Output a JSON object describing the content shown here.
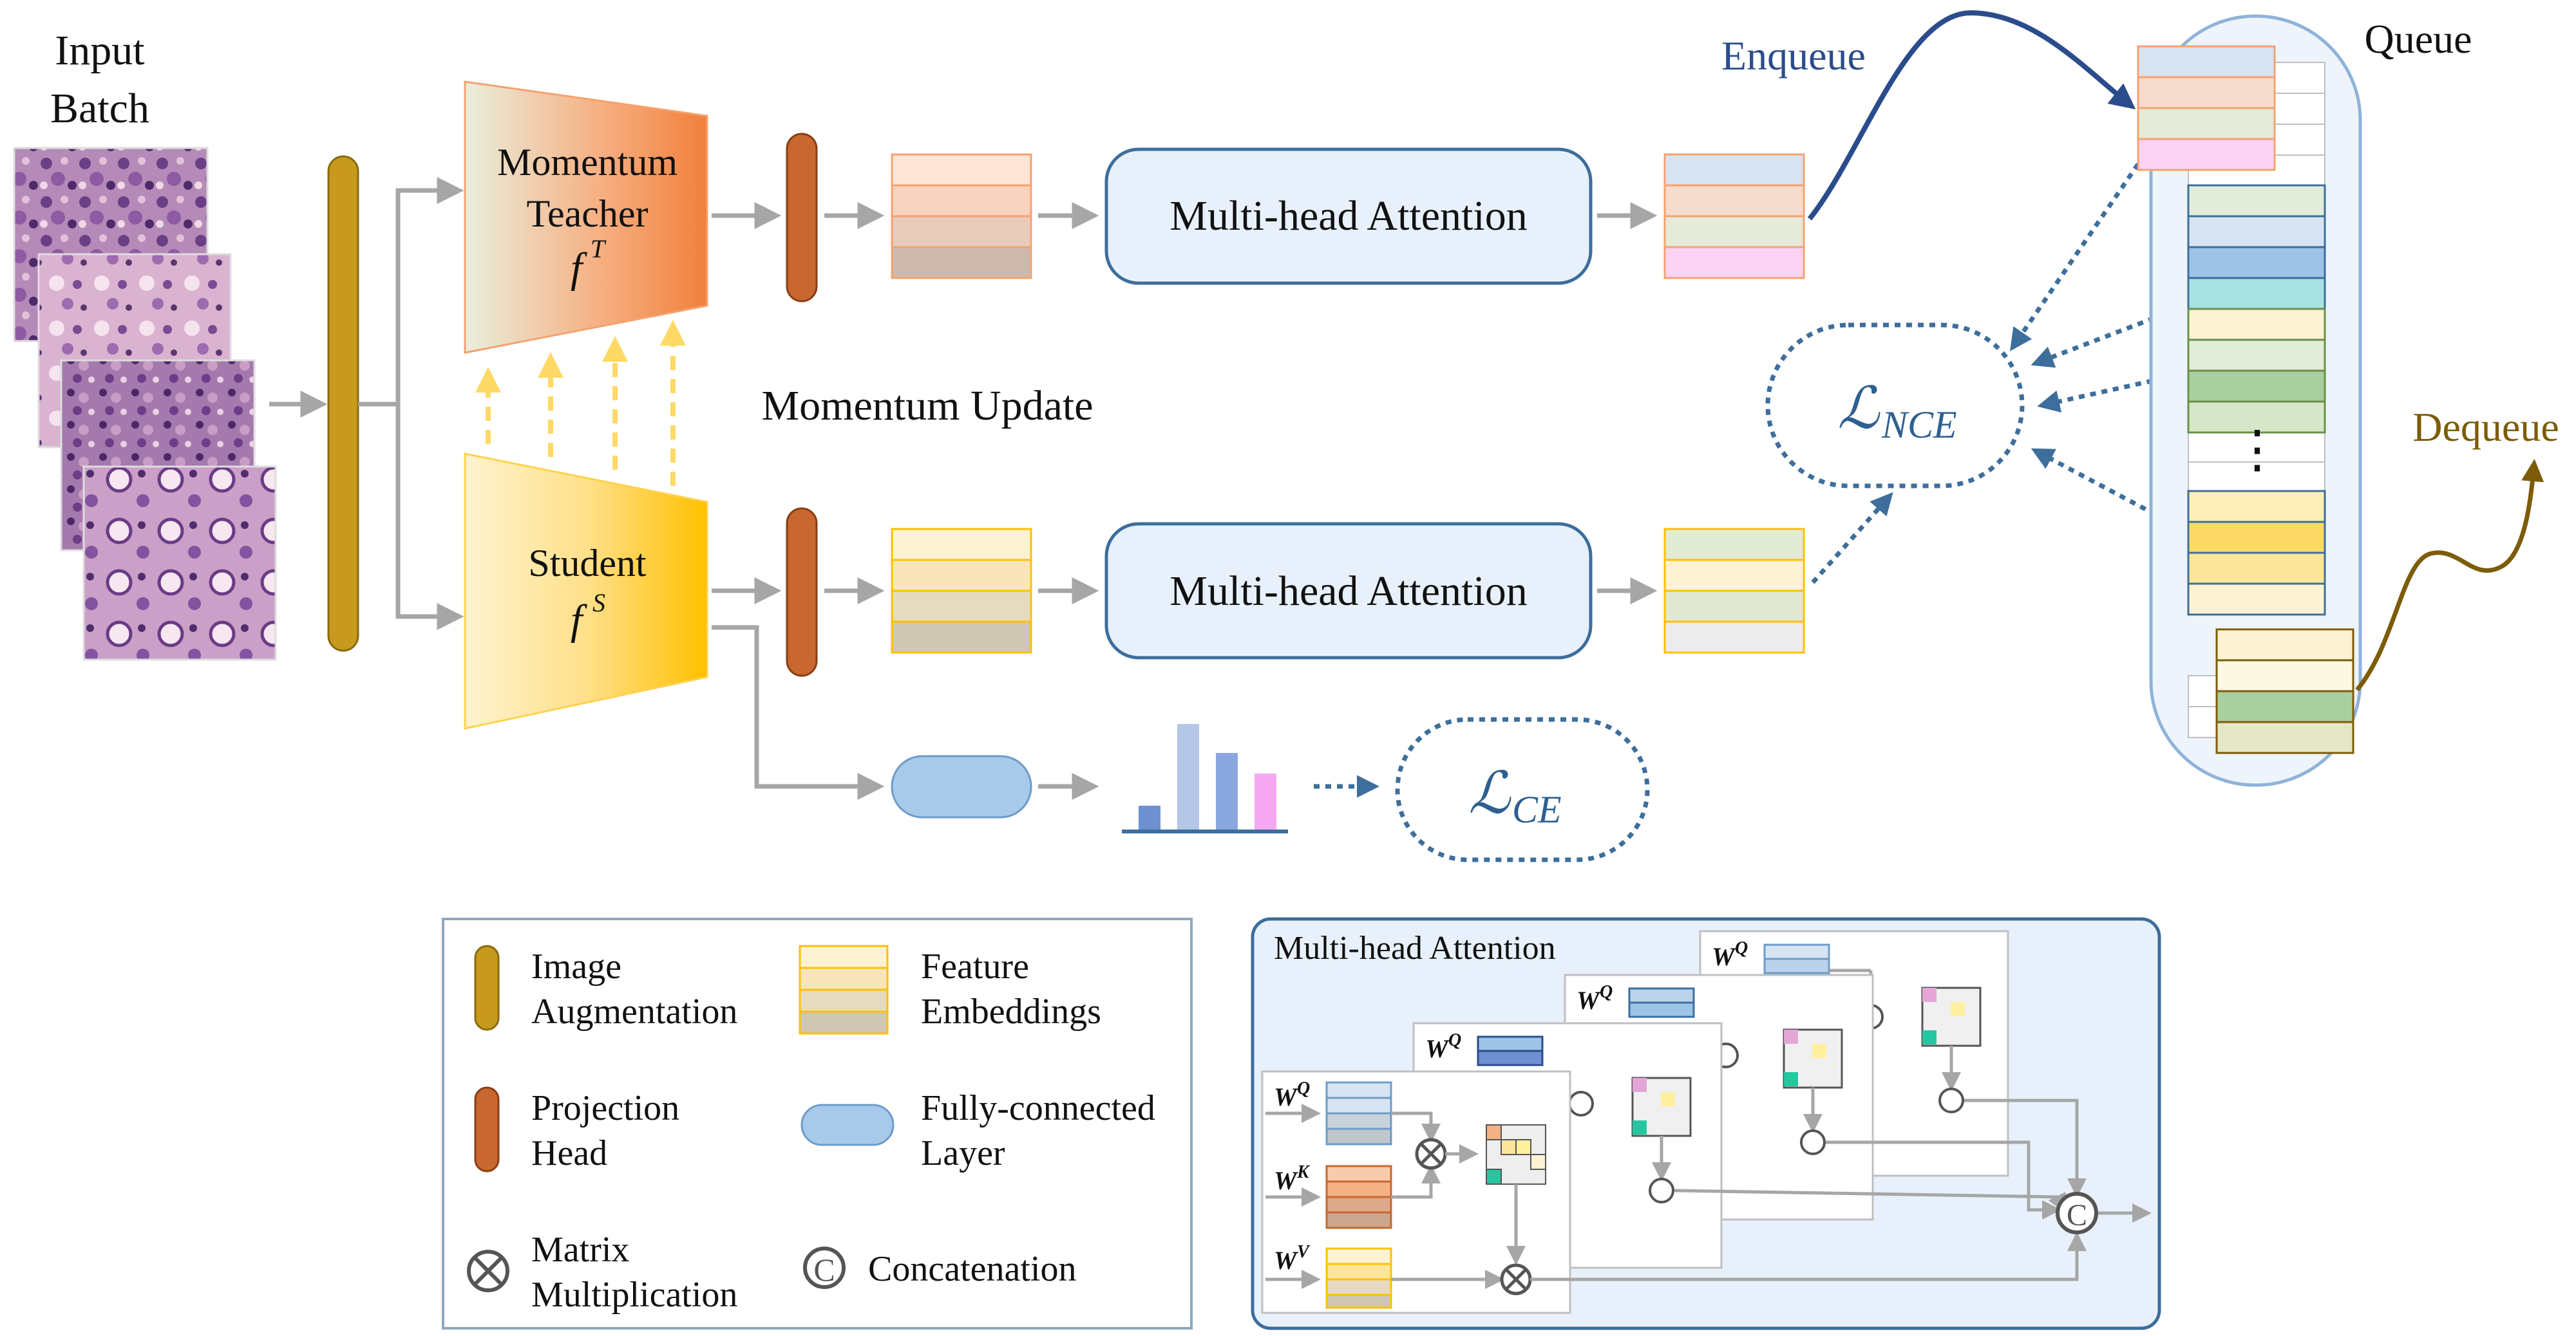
{
  "labels": {
    "input_batch_line1": "Input",
    "input_batch_line2": "Batch",
    "teacher_line1": "Momentum",
    "teacher_line2": "Teacher",
    "teacher_symbol": "f",
    "teacher_sup": "T",
    "student_line1": "Student",
    "student_symbol": "f",
    "student_sup": "S",
    "momentum_update": "Momentum Update",
    "mha_top": "Multi-head Attention",
    "mha_bottom": "Multi-head Attention",
    "enqueue": "Enqueue",
    "dequeue": "Dequeue",
    "queue": "Queue",
    "loss_nce_main": "ℒ",
    "loss_nce_sub": "NCE",
    "loss_ce_main": "ℒ",
    "loss_ce_sub": "CE",
    "ellipsis": "⋮"
  },
  "legend": {
    "aug_line1": "Image",
    "aug_line2": "Augmentation",
    "proj_line1": "Projection",
    "proj_line2": "Head",
    "mat_line1": "Matrix",
    "mat_line2": "Multiplication",
    "feat_line1": "Feature",
    "feat_line2": "Embeddings",
    "fc_line1": "Fully-connected",
    "fc_line2": "Layer",
    "concat": "Concatenation",
    "concat_symbol": "C",
    "times_symbol": "⊗"
  },
  "mha_detail": {
    "title": "Multi-head Attention",
    "wq": "W",
    "wq_sup": "Q",
    "wk": "W",
    "wk_sup": "K",
    "wv": "W",
    "wv_sup": "V",
    "concat_symbol": "C"
  },
  "colors": {
    "augmentation": "#c79a1e",
    "projection": "#c8672f",
    "teacher_orange": "#f28a4a",
    "student_yellow": "#ffc20e",
    "mha_fill": "#e8f1fb",
    "mha_stroke": "#3d6e9c",
    "arrow_gray": "#a6a6a6",
    "dotted_blue": "#3d6e9c",
    "enqueue_blue": "#2b4c8c",
    "dequeue_brown": "#7d5c09",
    "momentum_dash": "#ffd966",
    "fc_fill": "#a7c9ea",
    "queue_fill": "#eef4fb",
    "queue_stroke": "#8fb3d9"
  }
}
